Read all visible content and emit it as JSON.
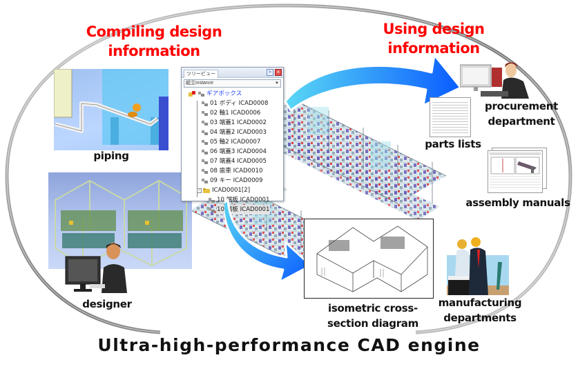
{
  "title": "Ultra-high-performance CAD engine",
  "headings": {
    "compiling": [
      "Compiling design",
      "information"
    ],
    "using": [
      "Using design",
      "information"
    ]
  },
  "labels": {
    "piping": "piping",
    "designer": "designer",
    "procurement": [
      "procurement",
      "department"
    ],
    "parts_lists": "parts lists",
    "assembly_manuals": "assembly manuals",
    "isometric": [
      "isometric cross-",
      "section diagram"
    ],
    "manufacturing": [
      "manufacturing",
      "departments"
    ]
  },
  "tree_view": {
    "tab_label": "ツリービュー",
    "pin_icon": "pin-icon",
    "close_icon": "close-icon",
    "dropdown_value": "組立instance",
    "root": "ギアボックス",
    "items": [
      "01 ボディ ICAD0008",
      "02 軸1 ICAD0006",
      "03 端蓋1 ICAD0002",
      "04 端蓋2 ICAD0003",
      "05 軸2 ICAD0007",
      "06 端蓋3 ICAD0004",
      "07 端蓋4 ICAD0005",
      "08 歯車 ICAD0010",
      "09 キー ICAD0009"
    ],
    "group": "ICAD0001[2]",
    "group_items": [
      "10 端板 ICAD0001",
      "10 端板 ICAD0001"
    ]
  },
  "colors": {
    "heading_red": "#ff0000",
    "arrow_blue_dark": "#0a5cff",
    "arrow_blue_light": "#4fd0f5",
    "ring_gray": "#8a8a8a"
  }
}
